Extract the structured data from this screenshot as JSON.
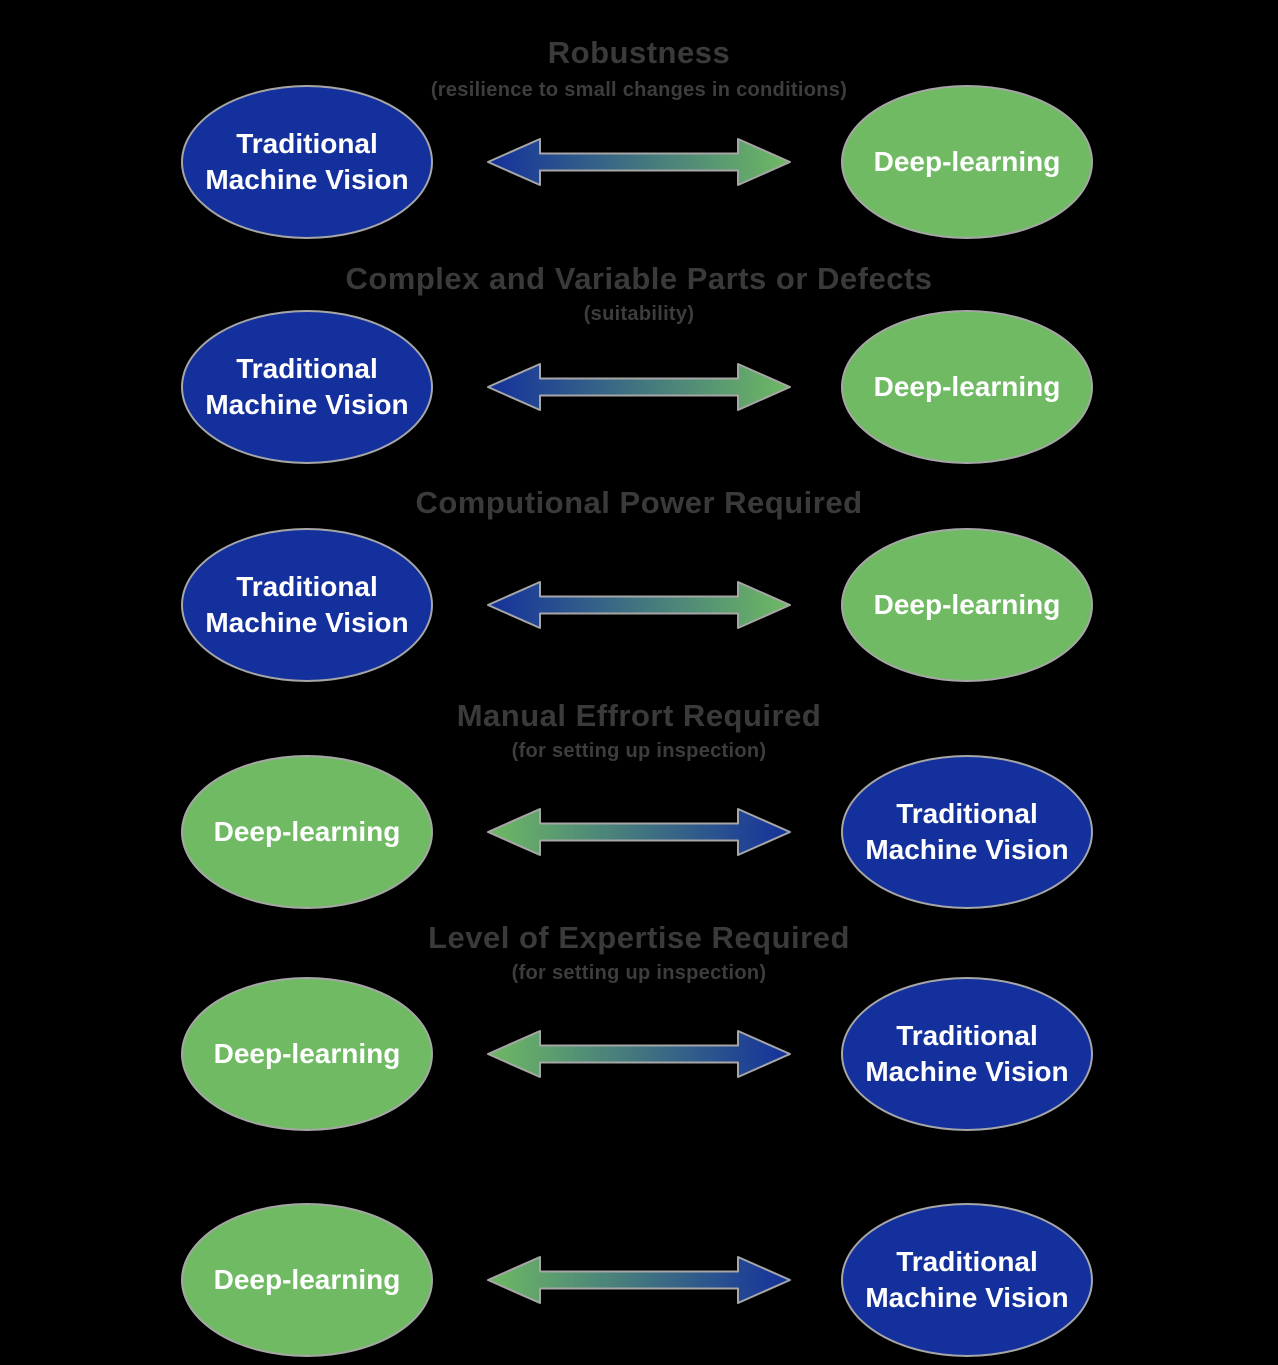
{
  "colors": {
    "background": "#000000",
    "blue": "#14309c",
    "green": "#6fba63",
    "outline": "#a6a6a6",
    "title_text": "#3a3a3a",
    "subtitle_text": "#3d3d3d",
    "ellipse_text": "#ffffff"
  },
  "rows": [
    {
      "title": "Robustness",
      "subtitle": "(resilience to small changes in conditions)",
      "left_label": "Traditional Machine Vision",
      "right_label": "Deep-learning",
      "left_color": "blue",
      "right_color": "green",
      "arrow_gradient": "blue-to-green"
    },
    {
      "title": "Complex and Variable Parts or Defects",
      "subtitle": "(suitability)",
      "left_label": "Traditional Machine Vision",
      "right_label": "Deep-learning",
      "left_color": "blue",
      "right_color": "green",
      "arrow_gradient": "blue-to-green"
    },
    {
      "title": "Computional Power Required",
      "subtitle": "",
      "left_label": "Traditional Machine Vision",
      "right_label": "Deep-learning",
      "left_color": "blue",
      "right_color": "green",
      "arrow_gradient": "blue-to-green"
    },
    {
      "title": "Manual Effrort Required",
      "subtitle": "(for setting up inspection)",
      "left_label": "Deep-learning",
      "right_label": "Traditional Machine Vision",
      "left_color": "green",
      "right_color": "blue",
      "arrow_gradient": "green-to-blue"
    },
    {
      "title": "Level of Expertise Required",
      "subtitle": "(for setting up inspection)",
      "left_label": "Deep-learning",
      "right_label": "Traditional Machine Vision",
      "left_color": "green",
      "right_color": "blue",
      "arrow_gradient": "green-to-blue"
    },
    {
      "title": "",
      "subtitle": "",
      "left_label": "Deep-learning",
      "right_label": "Traditional Machine Vision",
      "left_color": "green",
      "right_color": "blue",
      "arrow_gradient": "green-to-blue"
    }
  ]
}
